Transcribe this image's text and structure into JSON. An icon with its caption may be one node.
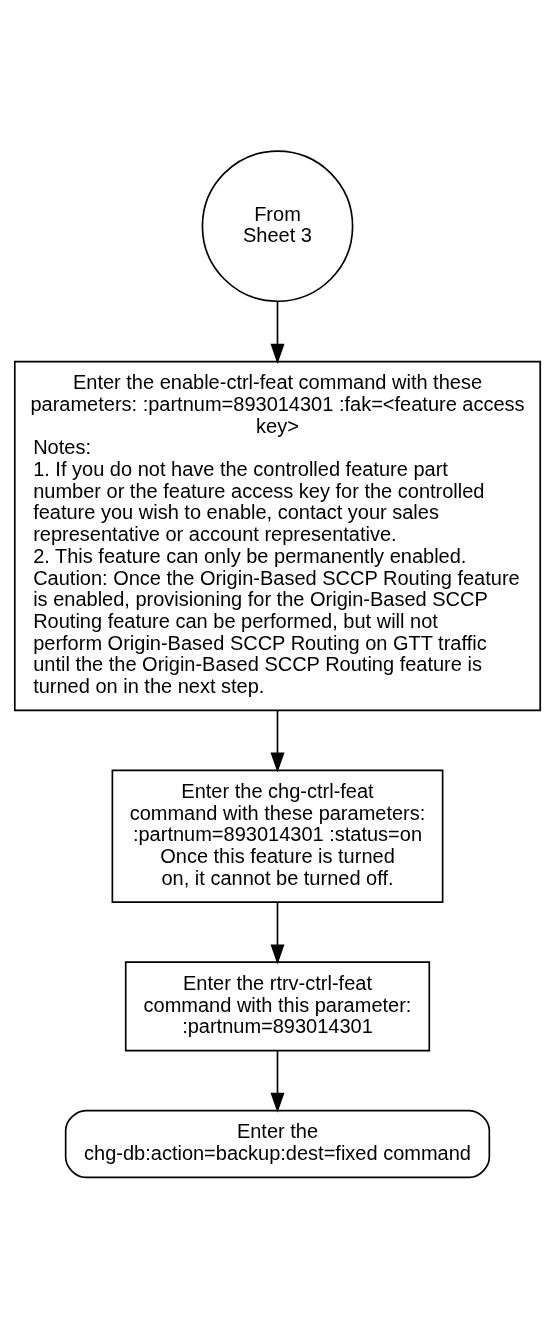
{
  "diagram": {
    "nodes": [
      {
        "text": [
          "From Sheet 3"
        ]
      },
      {
        "text": [
          "Enter the enable-ctrl-feat command with these parameters: :partnum=893014301 :fak=<feature access key>",
          "Notes:",
          "1. If you do not have the controlled feature part number or the feature access key for the controlled feature you wish to enable, contact your sales representative or account representative.",
          "2. This feature can only be permanently enabled.",
          "Caution: Once the Origin-Based SCCP Routing feature is enabled, provisioning for the Origin-Based SCCP Routing feature can be performed, but will not perform Origin-Based SCCP Routing on GTT traffic until the the Origin-Based SCCP Routing feature is turned on in the next step."
        ]
      },
      {
        "text": [
          "Enter the chg-ctrl-feat command with these parameters: :partnum=893014301 :status=on",
          "Once this feature is turned on, it cannot be turned off."
        ]
      },
      {
        "text": [
          "Enter the rtrv-ctrl-feat command with this parameter: :partnum=893014301"
        ]
      },
      {
        "text": [
          "Enter the chg-db:action=backup:dest=fixed command"
        ]
      }
    ],
    "edges": [
      {
        "from": 0,
        "to": 1,
        "arrow": "to"
      },
      {
        "from": 1,
        "to": 2,
        "arrow": "to"
      },
      {
        "from": 2,
        "to": 3,
        "arrow": "to"
      },
      {
        "from": 3,
        "to": 4,
        "arrow": "to"
      }
    ]
  }
}
